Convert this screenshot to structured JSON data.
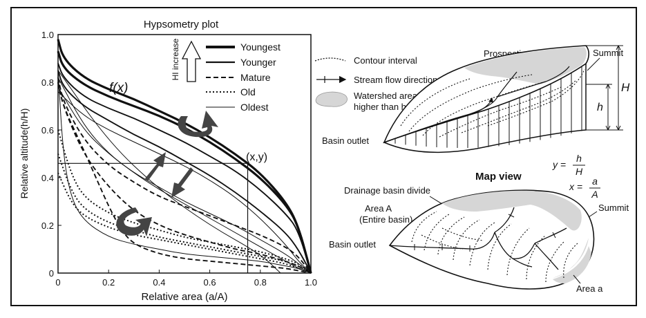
{
  "hypsometry": {
    "title": "Hypsometry plot",
    "xlabel": "Relative area (a/A)",
    "ylabel": "Relative altitude(h/H)",
    "x_ticks": [
      "0",
      "0.2",
      "0.4",
      "0.6",
      "0.8",
      "1.0"
    ],
    "y_ticks": [
      "0",
      "0.2",
      "0.4",
      "0.6",
      "0.8",
      "1.0"
    ],
    "function_label": "f(x)",
    "point_label": "(x,y)",
    "hi_label": "HI increase",
    "legend": [
      {
        "label": "Youngest",
        "style": "thick-solid"
      },
      {
        "label": "Younger",
        "style": "solid"
      },
      {
        "label": "Mature",
        "style": "dashed"
      },
      {
        "label": "Old",
        "style": "dotted"
      },
      {
        "label": "Oldest",
        "style": "thin-solid"
      }
    ]
  },
  "chart_data": {
    "type": "line",
    "title": "Hypsometry plot",
    "xlabel": "Relative area (a/A)",
    "ylabel": "Relative altitude(h/H)",
    "xlim": [
      0,
      1.0
    ],
    "ylim": [
      0,
      1.0
    ],
    "grid": false,
    "legend_position": "top-right",
    "series": [
      {
        "name": "Youngest",
        "x": [
          0,
          0.02,
          0.1,
          0.2,
          0.3,
          0.4,
          0.5,
          0.6,
          0.7,
          0.8,
          0.9,
          0.95,
          1.0
        ],
        "y": [
          0.98,
          0.9,
          0.82,
          0.77,
          0.73,
          0.68,
          0.63,
          0.57,
          0.5,
          0.42,
          0.3,
          0.2,
          0
        ]
      },
      {
        "name": "Youngest",
        "x": [
          0,
          0.02,
          0.1,
          0.2,
          0.3,
          0.4,
          0.5,
          0.6,
          0.7,
          0.8,
          0.9,
          0.95,
          1.0
        ],
        "y": [
          0.93,
          0.86,
          0.79,
          0.74,
          0.7,
          0.66,
          0.61,
          0.55,
          0.48,
          0.4,
          0.29,
          0.2,
          0
        ]
      },
      {
        "name": "Younger",
        "x": [
          0,
          0.02,
          0.1,
          0.2,
          0.3,
          0.4,
          0.5,
          0.6,
          0.7,
          0.8,
          0.9,
          0.95,
          1.0
        ],
        "y": [
          0.88,
          0.82,
          0.74,
          0.69,
          0.65,
          0.6,
          0.55,
          0.49,
          0.43,
          0.35,
          0.25,
          0.18,
          0
        ]
      },
      {
        "name": "Younger",
        "x": [
          0,
          0.02,
          0.1,
          0.2,
          0.3,
          0.4,
          0.5,
          0.6,
          0.7,
          0.8,
          0.9,
          0.95,
          1.0
        ],
        "y": [
          0.85,
          0.78,
          0.7,
          0.64,
          0.58,
          0.53,
          0.47,
          0.41,
          0.34,
          0.26,
          0.17,
          0.1,
          0
        ]
      },
      {
        "name": "Mature",
        "x": [
          0,
          0.02,
          0.1,
          0.2,
          0.3,
          0.4,
          0.5,
          0.6,
          0.7,
          0.8,
          0.9,
          0.95,
          1.0
        ],
        "y": [
          0.82,
          0.72,
          0.56,
          0.45,
          0.38,
          0.32,
          0.28,
          0.24,
          0.2,
          0.16,
          0.11,
          0.07,
          0
        ]
      },
      {
        "name": "Mature",
        "x": [
          0,
          0.02,
          0.1,
          0.2,
          0.3,
          0.4,
          0.5,
          0.6,
          0.7,
          0.8,
          0.9,
          0.95,
          1.0
        ],
        "y": [
          0.8,
          0.7,
          0.5,
          0.36,
          0.26,
          0.2,
          0.16,
          0.13,
          0.1,
          0.08,
          0.05,
          0.03,
          0
        ]
      },
      {
        "name": "Mature",
        "x": [
          0,
          0.02,
          0.1,
          0.15,
          0.2,
          0.25,
          0.3,
          0.4,
          0.5,
          0.6,
          0.7,
          0.8,
          0.9,
          0.95,
          1.0
        ],
        "y": [
          0.8,
          0.7,
          0.52,
          0.4,
          0.28,
          0.18,
          0.12,
          0.08,
          0.06,
          0.05,
          0.04,
          0.03,
          0.02,
          0.01,
          0
        ]
      },
      {
        "name": "Old",
        "x": [
          0,
          0.05,
          0.1,
          0.2,
          0.3,
          0.4,
          0.5,
          0.6,
          0.7,
          0.8,
          0.9,
          0.95,
          1.0
        ],
        "y": [
          0.6,
          0.42,
          0.32,
          0.25,
          0.21,
          0.18,
          0.15,
          0.13,
          0.11,
          0.09,
          0.06,
          0.04,
          0
        ]
      },
      {
        "name": "Old",
        "x": [
          0,
          0.05,
          0.1,
          0.2,
          0.3,
          0.4,
          0.5,
          0.6,
          0.7,
          0.8,
          0.9,
          0.95,
          1.0
        ],
        "y": [
          0.5,
          0.35,
          0.27,
          0.21,
          0.18,
          0.15,
          0.13,
          0.11,
          0.09,
          0.07,
          0.05,
          0.03,
          0
        ]
      },
      {
        "name": "Old",
        "x": [
          0,
          0.05,
          0.1,
          0.2,
          0.3,
          0.4,
          0.5,
          0.6,
          0.7,
          0.8,
          0.9,
          0.95,
          1.0
        ],
        "y": [
          0.42,
          0.3,
          0.24,
          0.19,
          0.16,
          0.14,
          0.12,
          0.1,
          0.08,
          0.06,
          0.04,
          0.02,
          0
        ]
      },
      {
        "name": "Oldest",
        "x": [
          0,
          0.02,
          0.05,
          0.1,
          0.2,
          0.3,
          0.4,
          0.5,
          0.6,
          0.7,
          0.8,
          0.9,
          0.95,
          1.0
        ],
        "y": [
          0.85,
          0.5,
          0.32,
          0.22,
          0.15,
          0.12,
          0.1,
          0.08,
          0.07,
          0.06,
          0.05,
          0.03,
          0.02,
          0
        ]
      },
      {
        "name": "Oldest",
        "x": [
          0,
          0.1,
          0.2,
          0.3,
          0.4,
          0.5,
          0.6,
          0.7,
          0.8,
          0.9,
          0.95,
          1.0
        ],
        "y": [
          0.82,
          0.62,
          0.5,
          0.42,
          0.35,
          0.29,
          0.23,
          0.17,
          0.11,
          0.05,
          0.02,
          0
        ]
      },
      {
        "name": "Oldest",
        "x": [
          0,
          0.1,
          0.2,
          0.3,
          0.4,
          0.5,
          0.6,
          0.7,
          0.8,
          0.9,
          0.95,
          1.0
        ],
        "y": [
          0.78,
          0.6,
          0.5,
          0.42,
          0.36,
          0.3,
          0.25,
          0.2,
          0.14,
          0.08,
          0.04,
          0
        ]
      },
      {
        "name": "Oldest",
        "x": [
          0,
          0.1,
          0.2,
          0.3,
          0.4,
          0.5,
          0.6,
          0.7,
          0.8,
          0.9,
          0.95,
          1.0
        ],
        "y": [
          0.76,
          0.66,
          0.6,
          0.55,
          0.5,
          0.45,
          0.39,
          0.32,
          0.23,
          0.12,
          0.05,
          0
        ]
      },
      {
        "name": "Oldest",
        "x": [
          0,
          0.2,
          0.4,
          0.6,
          0.8,
          0.88
        ],
        "y": [
          0.85,
          0.55,
          0.35,
          0.2,
          0.08,
          0
        ]
      }
    ],
    "reference_point": {
      "x": 0.75,
      "y": 0.46
    }
  },
  "legend_right": {
    "contour": "Contour interval",
    "stream": "Stream flow direction",
    "watershed_line1": "Watershed area",
    "watershed_line2": "higher than h"
  },
  "perspective": {
    "title": "Prospective view",
    "summit": "Summit",
    "basin_outlet": "Basin outlet",
    "H": "H",
    "h": "h"
  },
  "formulas": {
    "y_lhs": "y =",
    "y_num": "h",
    "y_den": "H",
    "x_lhs": "x =",
    "x_num": "a",
    "x_den": "A"
  },
  "map": {
    "title": "Map view",
    "divide": "Drainage basin divide",
    "area_A_line1": "Area A",
    "area_A_line2": "(Entire basin)",
    "summit": "Summit",
    "basin_outlet": "Basin outlet",
    "area_a": "Area a"
  },
  "colors": {
    "ink": "#111111",
    "shaded": "#d6d6d6",
    "arrows": "#444444"
  }
}
